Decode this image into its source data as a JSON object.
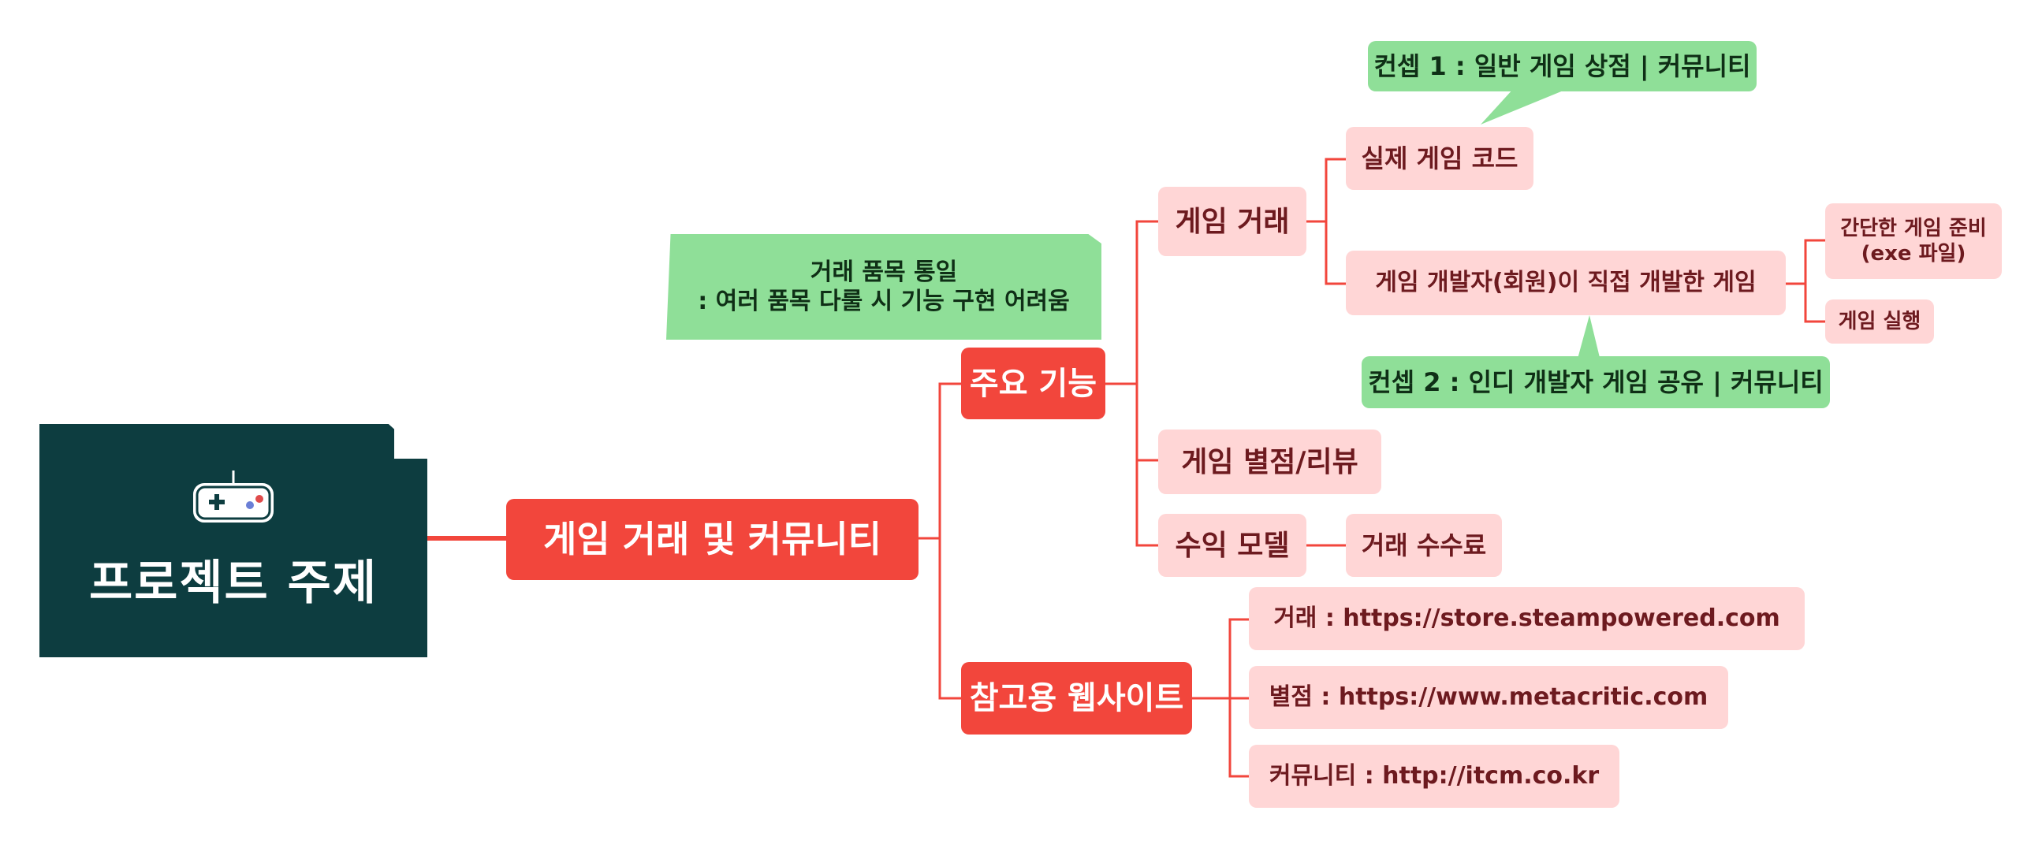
{
  "root": {
    "title": "프로젝트 주제",
    "icon": "gamepad-icon"
  },
  "main_topic": "게임 거래 및 커뮤니티",
  "features": {
    "label": "주요 기능",
    "game_trade": {
      "label": "게임 거래",
      "real_code": "실제 게임 코드",
      "dev_game": "게임 개발자(회원)이 직접 개발한 게임",
      "prep_line1": "간단한 게임 준비",
      "prep_line2": "(exe 파일)",
      "run": "게임 실행"
    },
    "rating_review": "게임 별점/리뷰",
    "revenue": {
      "label": "수익 모델",
      "fee": "거래 수수료"
    }
  },
  "references": {
    "label": "참고용 웹사이트",
    "items": [
      "거래 : https://store.steampowered.com",
      "별점 : https://www.metacritic.com",
      "커뮤니티 : http://itcm.co.kr"
    ]
  },
  "callouts": {
    "concept1": "컨셉 1 : 일반 게임 상점 | 커뮤니티",
    "concept2": "컨셉 2 : 인디 개발자 게임 공유 | 커뮤니티",
    "note_line1": "거래 품목 통일",
    "note_line2": ": 여러 품목 다룰 시 기능 구현 어려움"
  },
  "colors": {
    "root_bg": "#0d3d40",
    "main_red": "#f2463c",
    "leaf_pink": "#ffd6d6",
    "callout_green": "#8fdf98",
    "connector": "#f2463c"
  }
}
